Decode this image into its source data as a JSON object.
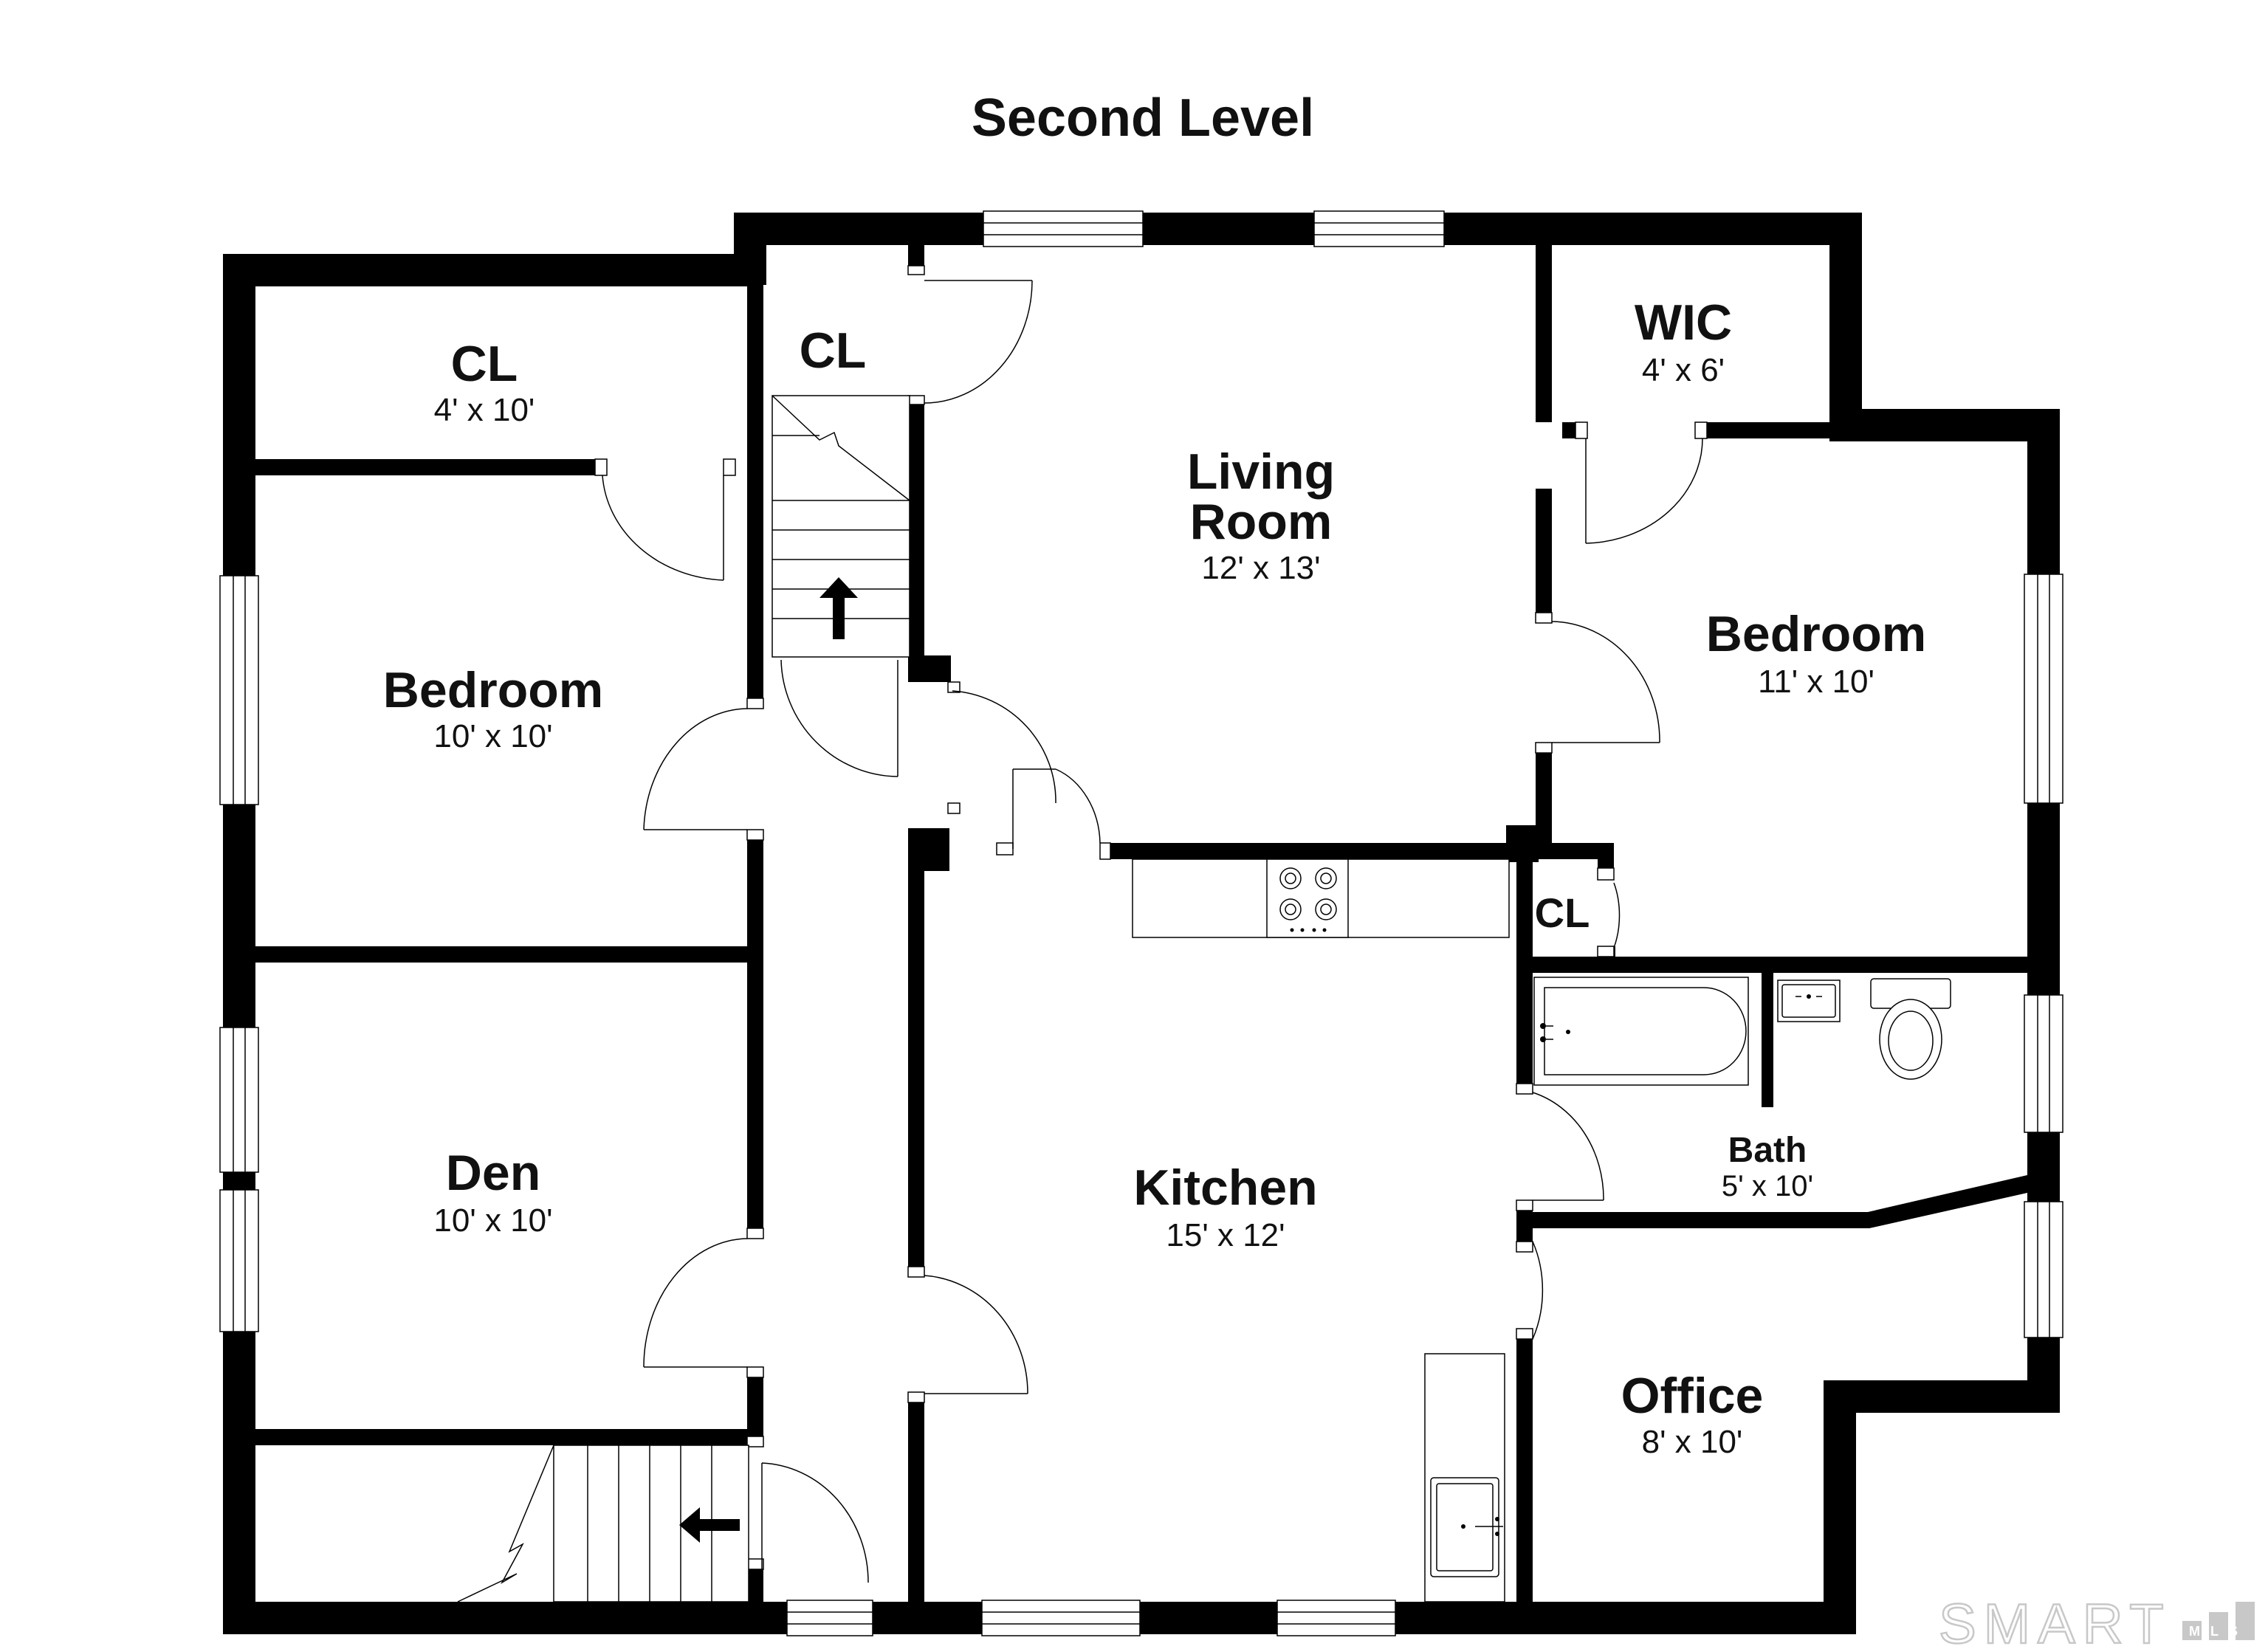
{
  "title": "Second Level",
  "rooms": {
    "cl_left": {
      "name": "CL",
      "dims": "4' x 10'"
    },
    "cl_stair": {
      "name": "CL"
    },
    "living": {
      "name_line1": "Living",
      "name_line2": "Room",
      "dims": "12' x 13'"
    },
    "wic": {
      "name": "WIC",
      "dims": "4' x 6'"
    },
    "bedroom_left": {
      "name": "Bedroom",
      "dims": "10' x 10'"
    },
    "bedroom_right": {
      "name": "Bedroom",
      "dims": "11' x 10'"
    },
    "cl_small": {
      "name": "CL"
    },
    "den": {
      "name": "Den",
      "dims": "10' x 10'"
    },
    "kitchen": {
      "name": "Kitchen",
      "dims": "15' x 12'"
    },
    "bath": {
      "name": "Bath",
      "dims": "5' x 10'"
    },
    "office": {
      "name": "Office",
      "dims": "8' x 10'"
    }
  },
  "logo": {
    "text": "SMART",
    "sub": "MLS"
  },
  "icons": [
    "stair-up-arrow-icon",
    "stair-down-arrow-icon",
    "stove-icon",
    "sink-icon",
    "toilet-icon",
    "bathtub-icon"
  ]
}
